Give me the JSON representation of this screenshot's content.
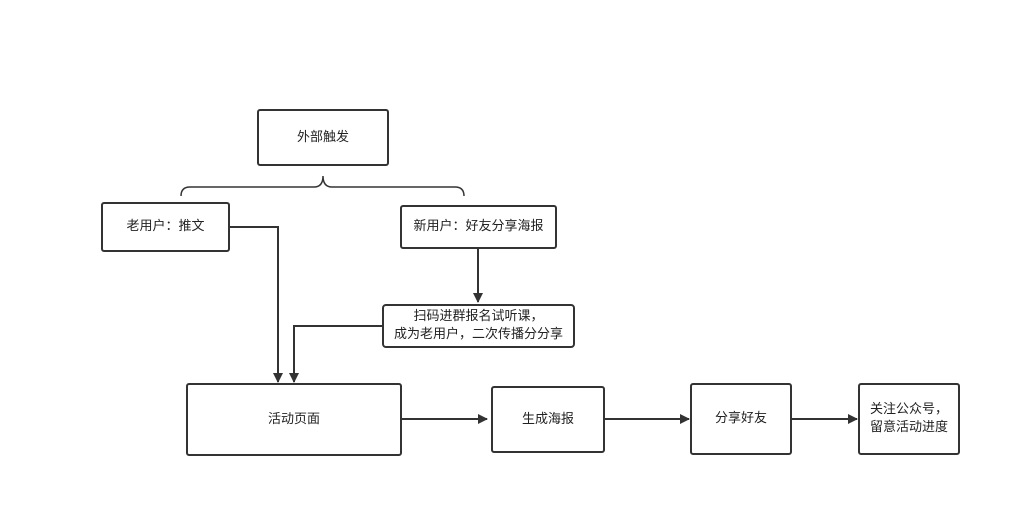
{
  "nodes": {
    "external_trigger": "外部触发",
    "old_user": "老用户：推文",
    "new_user": "新用户：好友分享海报",
    "scan_join": {
      "line1": "扫码进群报名试听课，",
      "line2": "成为老用户，二次传播分分享"
    },
    "activity_page": "活动页面",
    "generate_poster": "生成海报",
    "share_friends": "分享好友",
    "follow_account": {
      "line1": "关注公众号，",
      "line2": "留意活动进度"
    }
  },
  "colors": {
    "stroke": "#333333",
    "text": "#222222",
    "background": "#ffffff"
  }
}
